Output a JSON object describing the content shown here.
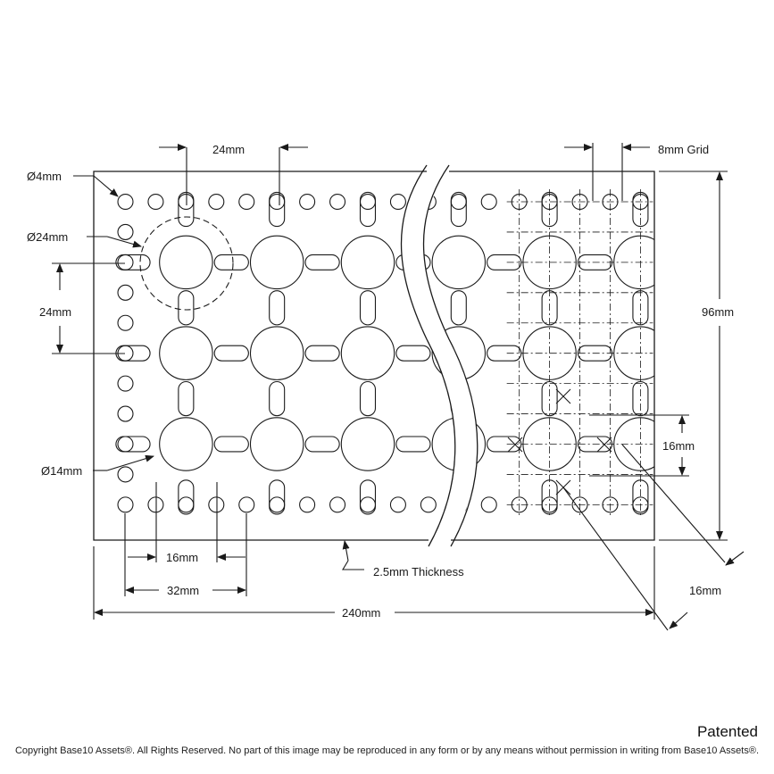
{
  "labels": {
    "d4": "Ø4mm",
    "d24": "Ø24mm",
    "d14": "Ø14mm",
    "top_pitch": "24mm",
    "left_pitch": "24mm",
    "grid": "8mm Grid",
    "height": "96mm",
    "thickness": "2.5mm Thickness",
    "pitch16_bottom": "16mm",
    "pitch32_bottom": "32mm",
    "width": "240mm",
    "pitch16_right": "16mm",
    "pitch16_diag": "16mm"
  },
  "footer": {
    "patented": "Patented",
    "copyright": "Copyright Base10 Assets®.  All Rights Reserved. No part of this image may be reproduced in any form or by any means without permission in writing from Base10 Assets®."
  }
}
